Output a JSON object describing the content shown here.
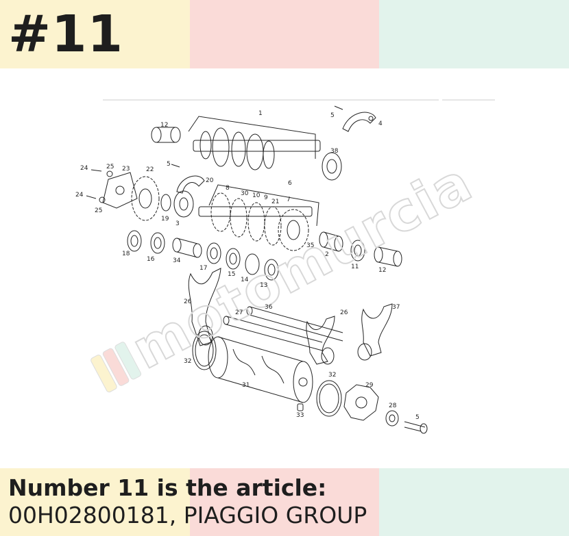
{
  "header": {
    "title": "#11",
    "colors": [
      "#fcf3cf",
      "#fadbd8",
      "#e2f3ec"
    ]
  },
  "caption": {
    "line1": "Number 11 is the article:",
    "line2": "00H02800181, PIAGGIO GROUP"
  },
  "watermark": {
    "text": "motomurcia"
  },
  "callouts": [
    {
      "id": "c1",
      "label": "1"
    },
    {
      "id": "c12a",
      "label": "12"
    },
    {
      "id": "c5a",
      "label": "5"
    },
    {
      "id": "c4",
      "label": "4"
    },
    {
      "id": "c38",
      "label": "38"
    },
    {
      "id": "c24a",
      "label": "24"
    },
    {
      "id": "c25a",
      "label": "25"
    },
    {
      "id": "c23",
      "label": "23"
    },
    {
      "id": "c22",
      "label": "22"
    },
    {
      "id": "c5b",
      "label": "5"
    },
    {
      "id": "c20",
      "label": "20"
    },
    {
      "id": "c6",
      "label": "6"
    },
    {
      "id": "c24b",
      "label": "24"
    },
    {
      "id": "c25b",
      "label": "25"
    },
    {
      "id": "c19",
      "label": "19"
    },
    {
      "id": "c3",
      "label": "3"
    },
    {
      "id": "c8",
      "label": "8"
    },
    {
      "id": "c30",
      "label": "30"
    },
    {
      "id": "c10",
      "label": "10"
    },
    {
      "id": "c9",
      "label": "9"
    },
    {
      "id": "c21",
      "label": "21"
    },
    {
      "id": "c7",
      "label": "7"
    },
    {
      "id": "c35",
      "label": "35"
    },
    {
      "id": "c2",
      "label": "2"
    },
    {
      "id": "c18",
      "label": "18"
    },
    {
      "id": "c16",
      "label": "16"
    },
    {
      "id": "c34",
      "label": "34"
    },
    {
      "id": "c17",
      "label": "17"
    },
    {
      "id": "c15",
      "label": "15"
    },
    {
      "id": "c14",
      "label": "14"
    },
    {
      "id": "c13",
      "label": "13"
    },
    {
      "id": "c11",
      "label": "11"
    },
    {
      "id": "c12b",
      "label": "12"
    },
    {
      "id": "c26a",
      "label": "26"
    },
    {
      "id": "c36",
      "label": "36"
    },
    {
      "id": "c27",
      "label": "27"
    },
    {
      "id": "c26b",
      "label": "26"
    },
    {
      "id": "c37",
      "label": "37"
    },
    {
      "id": "c32a",
      "label": "32"
    },
    {
      "id": "c32b",
      "label": "32"
    },
    {
      "id": "c31",
      "label": "31"
    },
    {
      "id": "c29",
      "label": "29"
    },
    {
      "id": "c28",
      "label": "28"
    },
    {
      "id": "c5c",
      "label": "5"
    },
    {
      "id": "c33",
      "label": "33"
    }
  ]
}
